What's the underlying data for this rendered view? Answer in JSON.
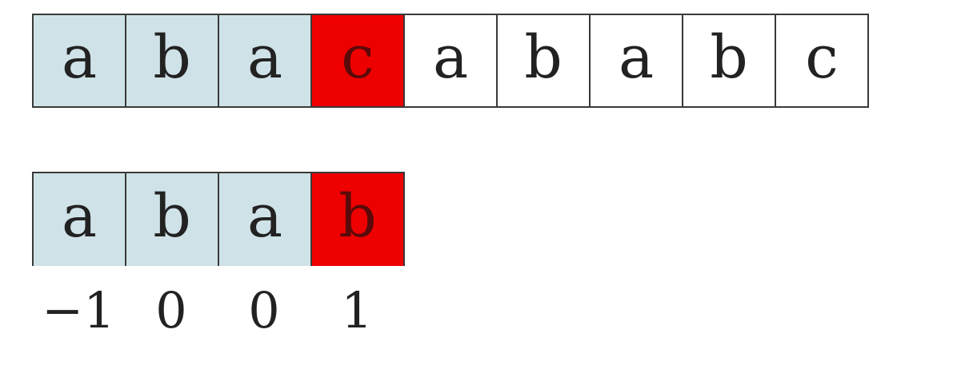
{
  "text_string": {
    "cells": [
      {
        "char": "a",
        "state": "matched"
      },
      {
        "char": "b",
        "state": "matched"
      },
      {
        "char": "a",
        "state": "matched"
      },
      {
        "char": "c",
        "state": "mismatch"
      },
      {
        "char": "a",
        "state": "plain"
      },
      {
        "char": "b",
        "state": "plain"
      },
      {
        "char": "a",
        "state": "plain"
      },
      {
        "char": "b",
        "state": "plain"
      },
      {
        "char": "c",
        "state": "plain"
      }
    ]
  },
  "pattern_string": {
    "cells": [
      {
        "char": "a",
        "state": "matched"
      },
      {
        "char": "b",
        "state": "matched"
      },
      {
        "char": "a",
        "state": "matched"
      },
      {
        "char": "b",
        "state": "mismatch"
      }
    ]
  },
  "next_array": {
    "values": [
      "−1",
      "0",
      "0",
      "1"
    ]
  },
  "colors": {
    "matched": "#cfe2e8",
    "mismatch": "#ee0000",
    "plain": "#ffffff",
    "border": "#3a3a3a"
  }
}
